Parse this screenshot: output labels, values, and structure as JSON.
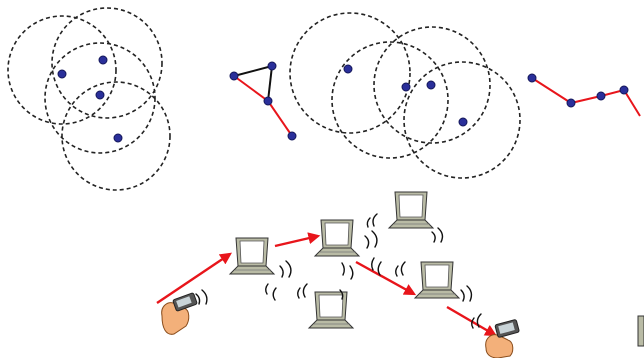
{
  "colors": {
    "node": "#2a2f9a",
    "range_circle": "#222222",
    "link": "#e8151b",
    "link_black": "#111111",
    "laptop_body": "#b9bba5",
    "laptop_screen": "#ffffff",
    "hand_skin": "#f3b07a"
  },
  "panels": [
    {
      "name": "disk-graph-sparse",
      "description_icon": "dashed-range-circles"
    },
    {
      "name": "path-graph-sparse",
      "description_icon": "path-links"
    },
    {
      "name": "disk-graph-dense",
      "description_icon": "dashed-range-circles"
    },
    {
      "name": "path-graph-dense",
      "description_icon": "path-links"
    },
    {
      "name": "multihop-ad-hoc-network",
      "description_icon": "laptops-and-handhelds"
    }
  ]
}
